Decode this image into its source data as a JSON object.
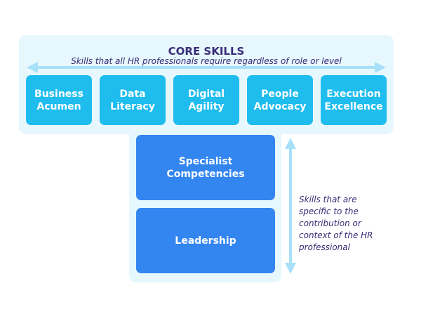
{
  "core": {
    "title": "CORE SKILLS",
    "subtitle": "Skills that all HR professionals require regardless of role or level",
    "items": [
      {
        "l1": "Business",
        "l2": "Acumen"
      },
      {
        "l1": "Data",
        "l2": "Literacy"
      },
      {
        "l1": "Digital",
        "l2": "Agility"
      },
      {
        "l1": "People",
        "l2": "Advocacy"
      },
      {
        "l1": "Execution",
        "l2": "Excellence"
      }
    ]
  },
  "specialist": {
    "l1": "Specialist",
    "l2": "Competencies"
  },
  "leadership": "Leadership",
  "side_note": "Skills that are specific to the contribution or context of the HR professional",
  "colors": {
    "panel": "#e6f7fd",
    "core_box": "#1fbcee",
    "spec_box": "#3385f0",
    "arrow": "#a8e0fa",
    "text": "#3a2c78"
  }
}
